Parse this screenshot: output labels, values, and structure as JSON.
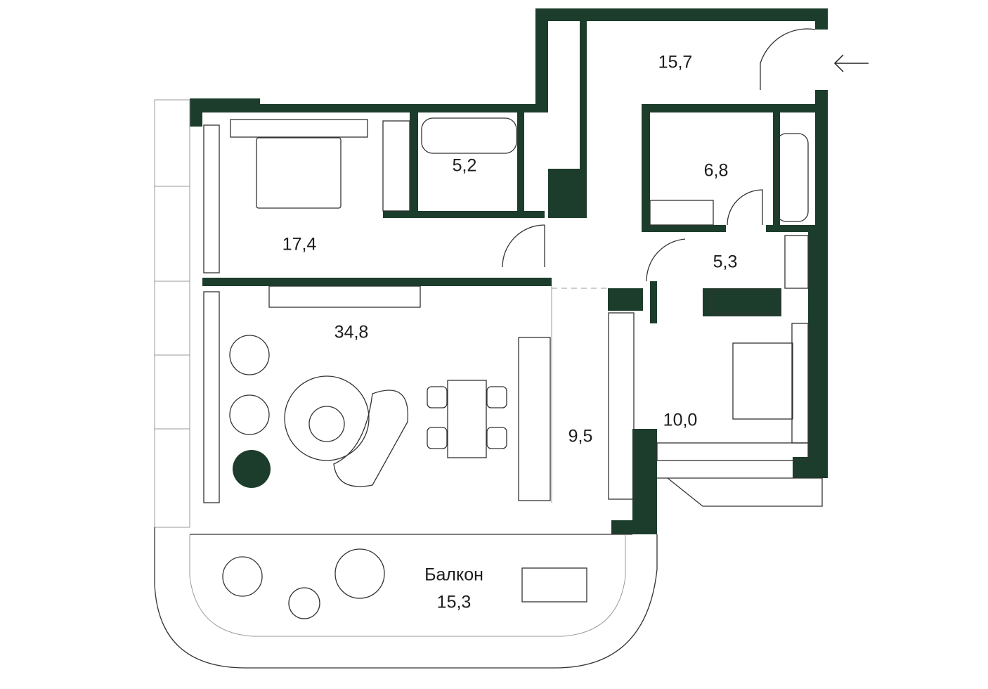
{
  "plan": {
    "wall_color": "#1d3d2c",
    "rooms": [
      {
        "id": "hall",
        "area": "15,7"
      },
      {
        "id": "bathroom-1",
        "area": "5,2"
      },
      {
        "id": "bathroom-2",
        "area": "6,8"
      },
      {
        "id": "bedroom-1",
        "area": "17,4"
      },
      {
        "id": "corridor",
        "area": "5,3"
      },
      {
        "id": "living",
        "area": "34,8"
      },
      {
        "id": "kitchen",
        "area": "9,5"
      },
      {
        "id": "bedroom-2",
        "area": "10,0"
      }
    ],
    "balcony": {
      "label": "Балкон",
      "area": "15,3"
    },
    "entrance_icon": "arrow-left-icon"
  }
}
